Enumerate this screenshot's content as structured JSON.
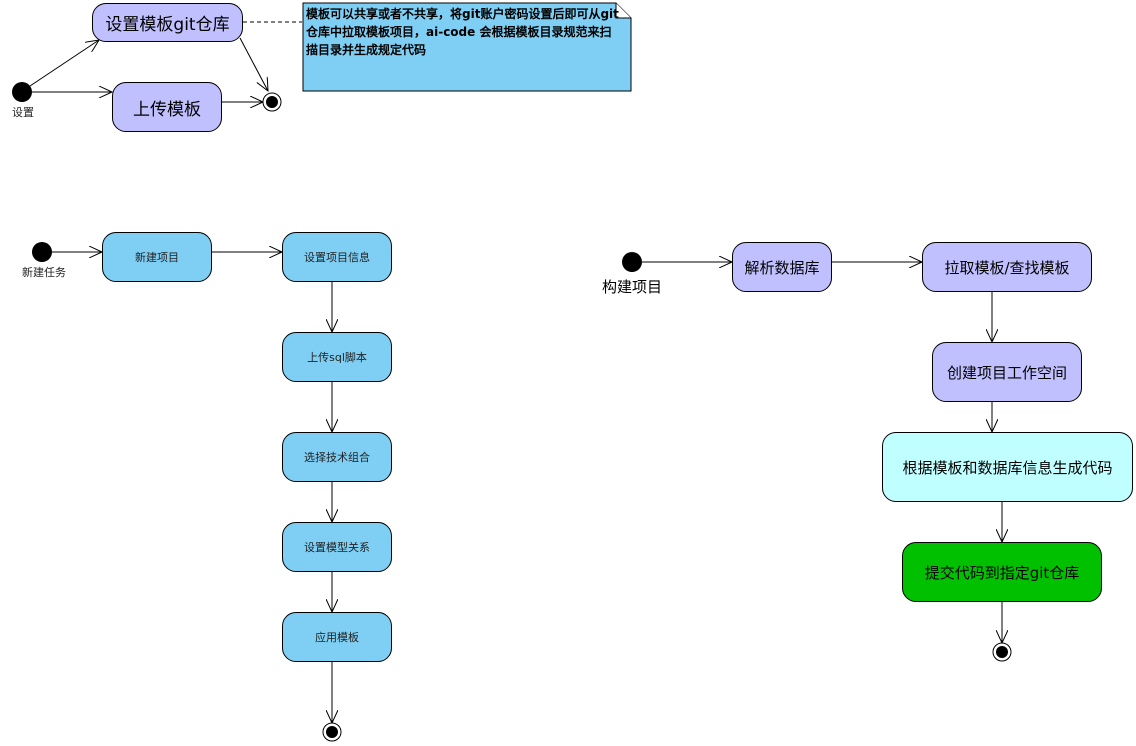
{
  "diagram": {
    "type": "activity",
    "colors": {
      "lavender": "#c0c0ff",
      "sky": "#7fcff4",
      "cyan": "#c0ffff",
      "green": "#00c000",
      "note": "#7fcff4"
    },
    "setup_flow": {
      "start_label": "设置",
      "actions": [
        "设置模板git仓库",
        "上传模板"
      ],
      "note": "模板可以共享或者不共享，将git账户密码设置后即可从git仓库中拉取模板项目，ai-code 会根据模板目录规范来扫描目录并生成规定代码"
    },
    "task_flow": {
      "start_label": "新建任务",
      "actions": [
        "新建项目",
        "设置项目信息",
        "上传sql脚本",
        "选择技术组合",
        "设置模型关系",
        "应用模板"
      ]
    },
    "build_flow": {
      "start_label": "构建项目",
      "actions": [
        "解析数据库",
        "拉取模板/查找模板",
        "创建项目工作空间",
        "根据模板和数据库信息生成代码",
        "提交代码到指定git仓库"
      ]
    }
  }
}
